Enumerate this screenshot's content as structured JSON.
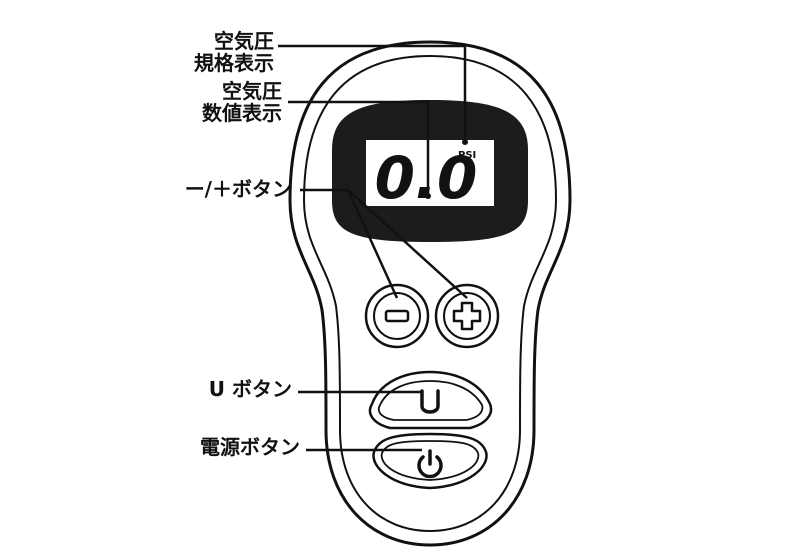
{
  "labels": {
    "pressure_standard_line1": "空気圧",
    "pressure_standard_line2": "規格表示",
    "pressure_value_line1": "空気圧",
    "pressure_value_line2": "数値表示",
    "minus_plus_buttons": "ー/＋ボタン",
    "u_button": "U ボタン",
    "power_button": "電源ボタン"
  },
  "display": {
    "reading": "0.0",
    "unit": "PSI"
  },
  "colors": {
    "ink": "#111111",
    "screen": "#1c1c1c",
    "lcd": "#ffffff"
  },
  "icons": {
    "minus": "minus-icon",
    "plus": "plus-icon",
    "u": "u-icon",
    "power": "power-icon"
  }
}
